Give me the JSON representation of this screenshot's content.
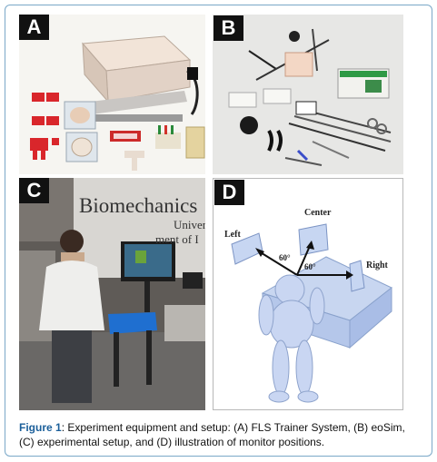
{
  "figure": {
    "panels": [
      {
        "id": "A",
        "letter": "A"
      },
      {
        "id": "B",
        "letter": "B"
      },
      {
        "id": "C",
        "letter": "C",
        "sign_text": "Biomechanics",
        "sign_text_2": "Univers",
        "sign_text_3": "ment of I"
      },
      {
        "id": "D",
        "letter": "D",
        "labels": {
          "left": "Left",
          "center": "Center",
          "right": "Right",
          "angle1": "60°",
          "angle2": "60°"
        }
      }
    ],
    "caption": {
      "label": "Figure 1",
      "text": ": Experiment equipment and setup: (A) FLS Trainer System, (B) eoSim, (C) experimental setup, and (D) illustration of monitor positions."
    }
  },
  "colors": {
    "caption_label": "#1b5f9a",
    "frame_border": "#7aa8c8",
    "tag_bg": "#111111"
  }
}
